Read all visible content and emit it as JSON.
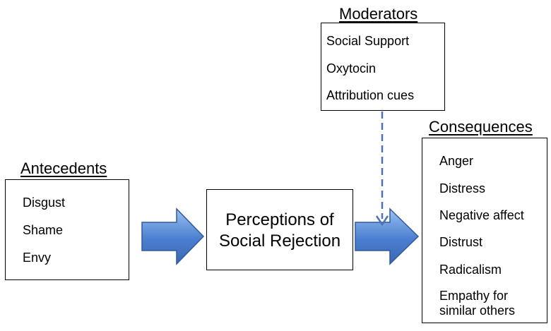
{
  "antecedents": {
    "heading": "Antecedents",
    "items": [
      "Disgust",
      "Shame",
      "Envy"
    ]
  },
  "center": {
    "line1": "Perceptions of",
    "line2": "Social Rejection"
  },
  "moderators": {
    "heading": "Moderators",
    "items": [
      "Social Support",
      "Oxytocin",
      "Attribution cues"
    ]
  },
  "consequences": {
    "heading": "Consequences",
    "items": [
      "Anger",
      "Distress",
      "Negative affect",
      "Distrust",
      "Radicalism",
      "Empathy for",
      "similar others"
    ]
  },
  "colors": {
    "arrow_fill": "#4a7fd0",
    "arrow_light": "#9cc0f0",
    "dashed_line": "#4a74b5"
  }
}
